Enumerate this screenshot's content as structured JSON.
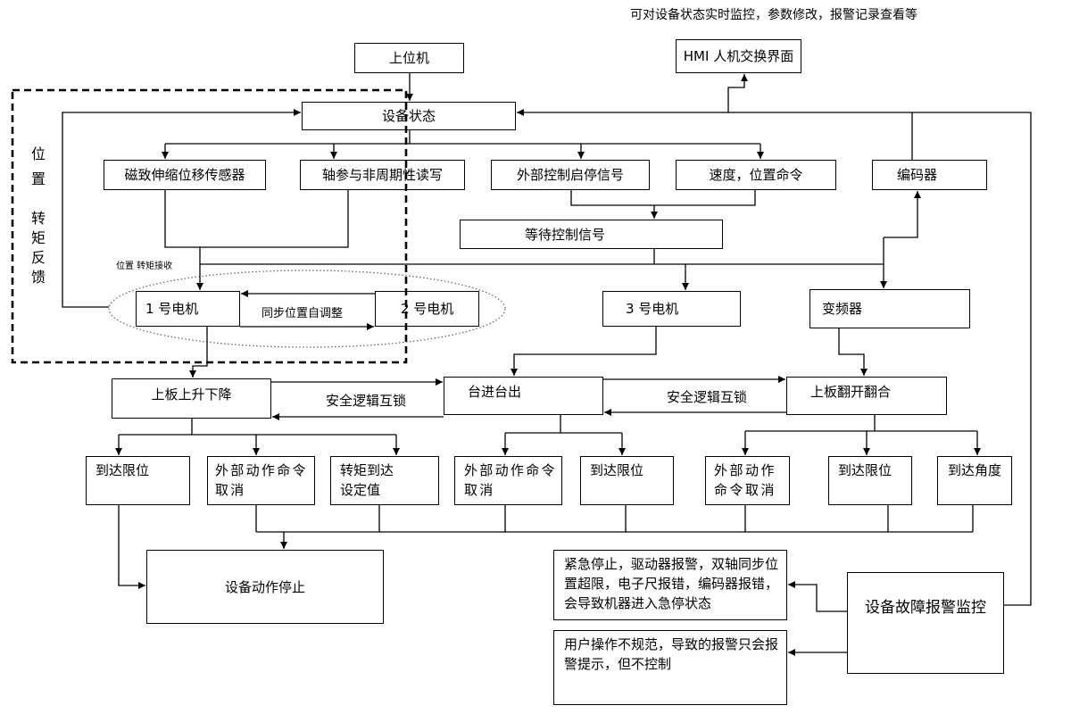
{
  "top_note": "可对设备状态实时监控，参数修改，报警记录查看等",
  "nodes": {
    "host": "上位机",
    "hmi": "HMI 人机交换界面",
    "device_status": "设备状态",
    "sensor": "磁致伸缩位移传感器",
    "axis_rw": "轴参与非周期性读写",
    "ext_signal": "外部控制启停信号",
    "speed_pos": "速度，位置命令",
    "encoder": "编码器",
    "wait_signal": "等待控制信号",
    "motor1": "1 号电机",
    "motor2": "2 号电机",
    "motor3": "3 号电机",
    "inverter": "变频器",
    "plate_lift": "上板上升下降",
    "table_move": "台进台出",
    "plate_flip": "上板翻开翻合",
    "action_stop": "设备动作停止",
    "fault_monitor": "设备故障报警监控"
  },
  "labels": {
    "feedback_position": "位置",
    "feedback_torque": "转矩反馈",
    "receive": "位置 转矩接收",
    "sync_adjust": "同步位置自调整",
    "interlock_1": "安全逻辑互锁",
    "interlock_2": "安全逻辑互锁"
  },
  "conditions": [
    {
      "lines": [
        "到达限位"
      ]
    },
    {
      "lines": [
        "外部动作命令",
        "取消"
      ]
    },
    {
      "lines": [
        "转矩到达",
        "设定值"
      ]
    },
    {
      "lines": [
        "外部动作命令",
        "取消"
      ]
    },
    {
      "lines": [
        "到达限位"
      ]
    },
    {
      "lines": [
        "外部动作",
        "命令取消"
      ]
    },
    {
      "lines": [
        "到达限位"
      ]
    },
    {
      "lines": [
        "到达角度"
      ]
    }
  ],
  "alarms": {
    "emergency": {
      "lines": [
        "紧急停止，驱动器报警，双轴同步位",
        "置超限，电子尺报错，编码器报错，",
        "会导致机器进入急停状态"
      ]
    },
    "warning_only": {
      "lines": [
        "用户操作不规范，导致的报警只会报",
        "警提示，但不控制"
      ]
    }
  }
}
